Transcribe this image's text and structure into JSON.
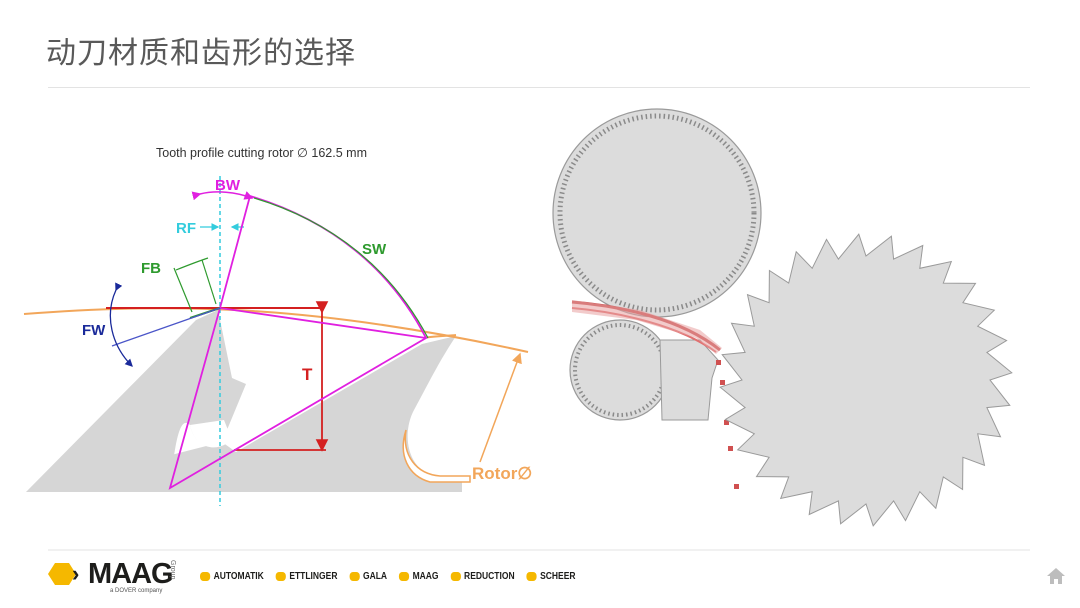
{
  "title": "动刀材质和齿形的选择",
  "diagram": {
    "caption": "Tooth profile cutting rotor ∅ 162.5 mm",
    "labels": {
      "bw": "BW",
      "rf": "RF",
      "fb": "FB",
      "sw": "SW",
      "fw": "FW",
      "t": "T",
      "rotor": "Rotor∅"
    },
    "colors": {
      "magenta": "#e020e0",
      "cyan": "#33ccdd",
      "green": "#2e9a2e",
      "navy": "#1a2a9a",
      "red": "#d42020",
      "orange": "#f2a65a",
      "tooth_fill": "#d6d6d6",
      "rotor_fill": "#dcdcdc"
    }
  },
  "footer": {
    "logo": "MAAG",
    "logo_group": "Group",
    "logo_sub": "a DOVER company",
    "brands": [
      "AUTOMATIK",
      "ETTLINGER",
      "GALA",
      "MAAG",
      "REDUCTION",
      "SCHEER"
    ],
    "brand_color": "#f5b800"
  }
}
